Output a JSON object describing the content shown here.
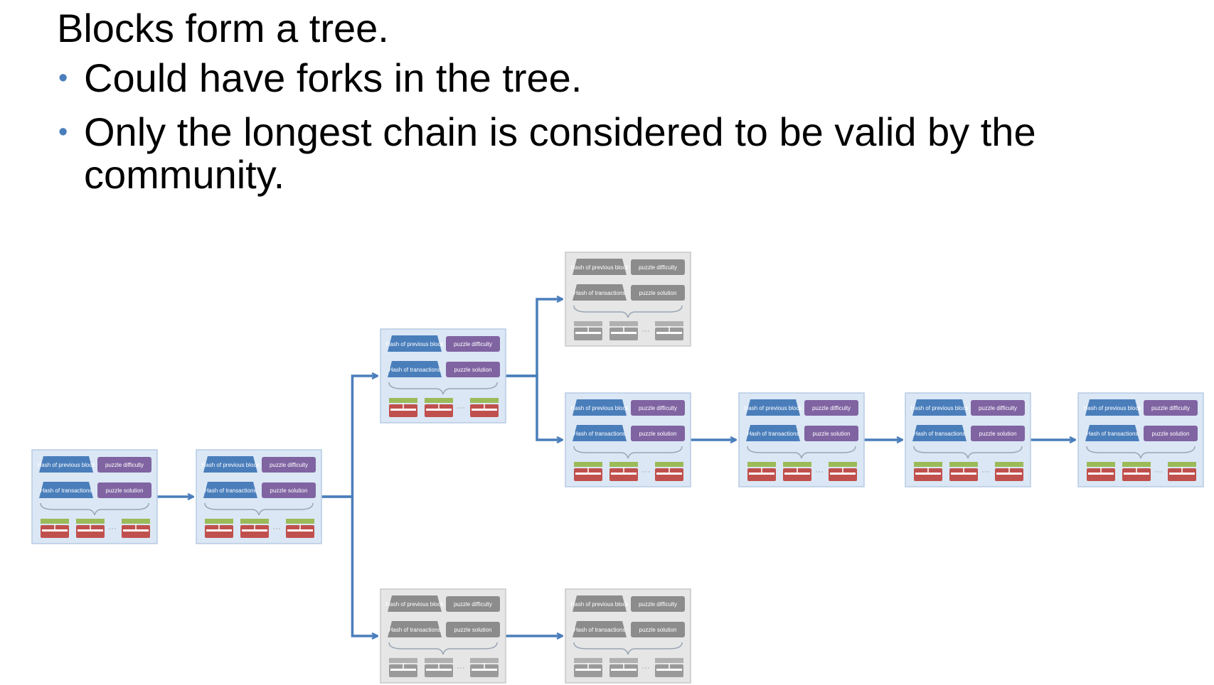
{
  "slide": {
    "title": "Blocks form a tree.",
    "bullets": [
      "Could have forks in the tree.",
      "Only the longest chain is considered to be valid by the community."
    ]
  },
  "block_labels": {
    "prev_hash": "Hash of previous block",
    "tx_hash": "Hash of transactions",
    "difficulty": "puzzle difficulty",
    "solution": "puzzle solution"
  },
  "colors": {
    "active_block_bg": "#dbe7f5",
    "orphan_block_bg": "#e6e6e6",
    "hash_blue": "#4a7ebb",
    "puzzle_purple": "#8064a2",
    "tx_green": "#9bbb59",
    "tx_red": "#c0504d",
    "orphan_gray": "#8c8c8c",
    "arrow": "#4a7ebb"
  },
  "blocks": [
    {
      "id": "b1",
      "state": "active"
    },
    {
      "id": "b2",
      "state": "active"
    },
    {
      "id": "b3",
      "state": "active"
    },
    {
      "id": "b4",
      "state": "orphan"
    },
    {
      "id": "b5",
      "state": "active"
    },
    {
      "id": "b6",
      "state": "active"
    },
    {
      "id": "b7",
      "state": "active"
    },
    {
      "id": "b8",
      "state": "active"
    },
    {
      "id": "b9",
      "state": "orphan"
    },
    {
      "id": "b10",
      "state": "orphan"
    }
  ],
  "edges": [
    {
      "from": "b1",
      "to": "b2"
    },
    {
      "from": "b2",
      "to": "b3"
    },
    {
      "from": "b2",
      "to": "b9"
    },
    {
      "from": "b3",
      "to": "b4"
    },
    {
      "from": "b3",
      "to": "b5"
    },
    {
      "from": "b5",
      "to": "b6"
    },
    {
      "from": "b6",
      "to": "b7"
    },
    {
      "from": "b7",
      "to": "b8"
    },
    {
      "from": "b9",
      "to": "b10"
    }
  ]
}
